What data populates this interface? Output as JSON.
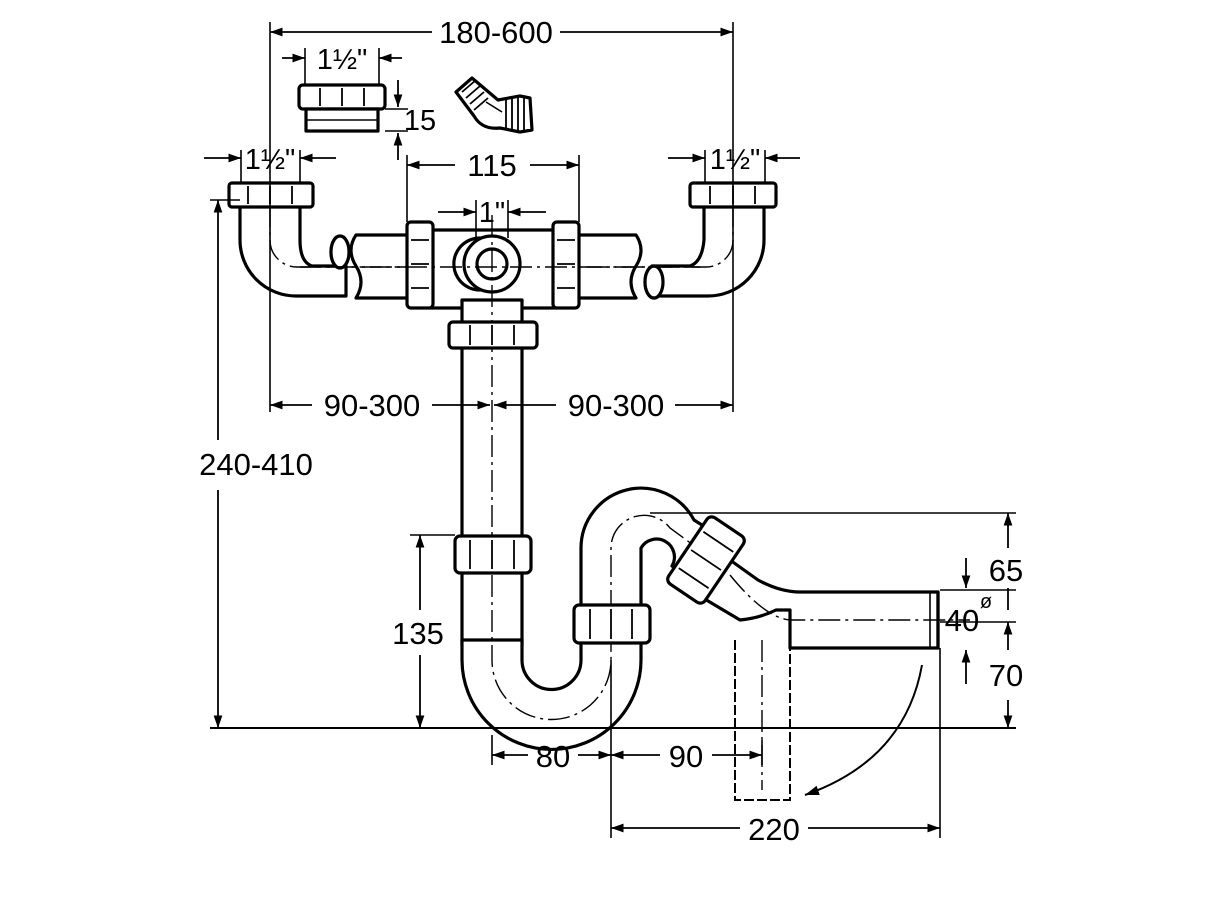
{
  "dimensions": {
    "overall_width": "180-600",
    "strainer_thread_left": "1½\"",
    "strainer_thread_right": "1½\"",
    "adapter_thread": "1½\"",
    "adapter_height": "15",
    "tee_width": "115",
    "tee_connection": "1\"",
    "left_arm_offset": "90-300",
    "right_arm_offset": "90-300",
    "total_height": "240-410",
    "trap_inlet_height": "135",
    "outlet_upper_offset": "65",
    "outlet_diameter": "40",
    "diameter_symbol": "ø",
    "outlet_lower_offset": "70",
    "trap_depth_offset": "80",
    "outlet_bend_offset": "90",
    "outlet_length": "220"
  },
  "colors": {
    "line": "#000000",
    "background": "#ffffff"
  },
  "icons": {
    "swivel_elbow": "angled-hose-connector-icon"
  }
}
